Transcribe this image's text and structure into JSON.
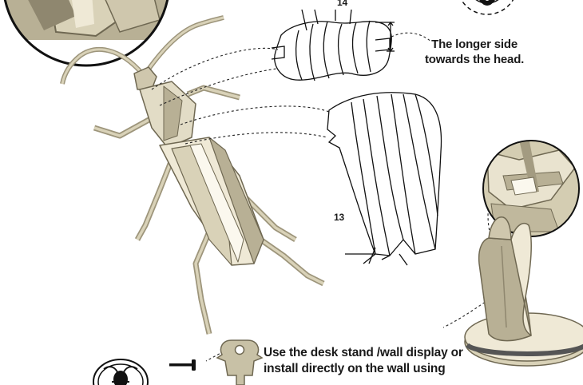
{
  "parts": {
    "top_number": "14",
    "bottom_number": "13"
  },
  "note": {
    "line1": "The longer side",
    "line2": "towards the head."
  },
  "instruction": {
    "line1": "Use the desk stand /wall display or",
    "line2": "install directly on the wall using"
  },
  "colors": {
    "wood_light": "#e9e3cf",
    "wood_mid": "#cfc7ad",
    "wood_dark": "#8f876f",
    "line": "#1a1a1a"
  },
  "icons": [
    "beetle-icon",
    "nail-icon",
    "wall-hanger-icon"
  ]
}
